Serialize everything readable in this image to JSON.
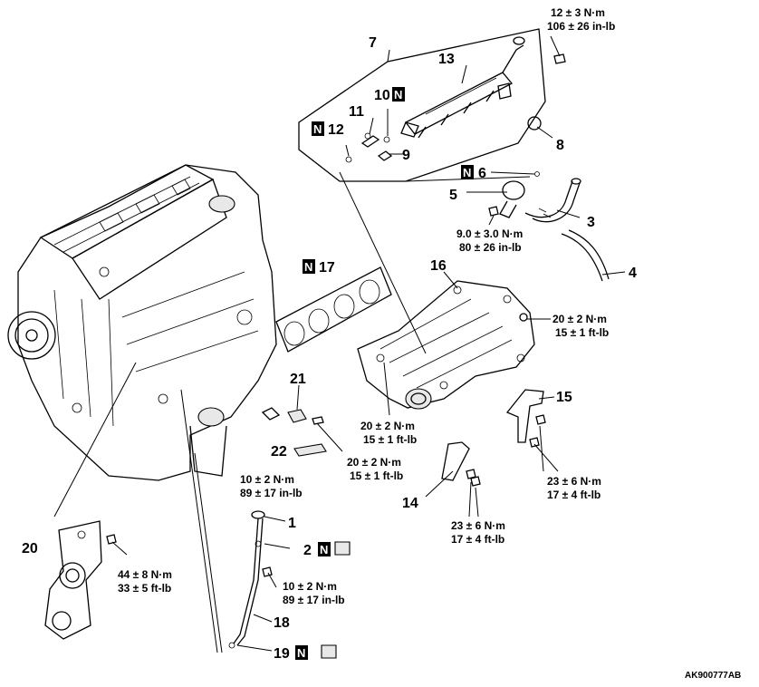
{
  "reference_code": "AK900777AB",
  "new_part_marker": "N",
  "callouts": {
    "c1": "1",
    "c2": "2",
    "c3": "3",
    "c4": "4",
    "c5": "5",
    "c6": "6",
    "c7": "7",
    "c8": "8",
    "c9": "9",
    "c10": "10",
    "c11": "11",
    "c12": "12",
    "c13": "13",
    "c14": "14",
    "c15": "15",
    "c16": "16",
    "c17": "17",
    "c18": "18",
    "c19": "19",
    "c20": "20",
    "c21": "21",
    "c22": "22"
  },
  "torques": {
    "t_fuel_rail_bolt": {
      "line1": "12 ± 3 N·m",
      "line2": "106 ± 26 in-lb"
    },
    "t_pcv_bolt": {
      "line1": "9.0 ± 3.0 N·m",
      "line2": "80 ± 26 in-lb"
    },
    "t_manifold_nut": {
      "line1": "20 ± 2 N·m",
      "line2": "15 ± 1 ft-lb"
    },
    "t_manifold_lower": {
      "line1": "20 ± 2 N·m",
      "line2": "15 ± 1 ft-lb"
    },
    "t_sensor_bolt": {
      "line1": "20 ± 2 N·m",
      "line2": "15 ± 1 ft-lb"
    },
    "t_sensor22": {
      "line1": "10 ± 2 N·m",
      "line2": "89 ± 17 in-lb"
    },
    "t_stay15": {
      "line1": "23 ± 6 N·m",
      "line2": "17 ± 4 ft-lb"
    },
    "t_stay14": {
      "line1": "23 ± 6 N·m",
      "line2": "17 ± 4 ft-lb"
    },
    "t_guide_bolt": {
      "line1": "10 ± 2 N·m",
      "line2": "89 ± 17 in-lb"
    },
    "t_bracket20": {
      "line1": "44 ± 8 N·m",
      "line2": "33 ± 5 ft-lb"
    }
  }
}
